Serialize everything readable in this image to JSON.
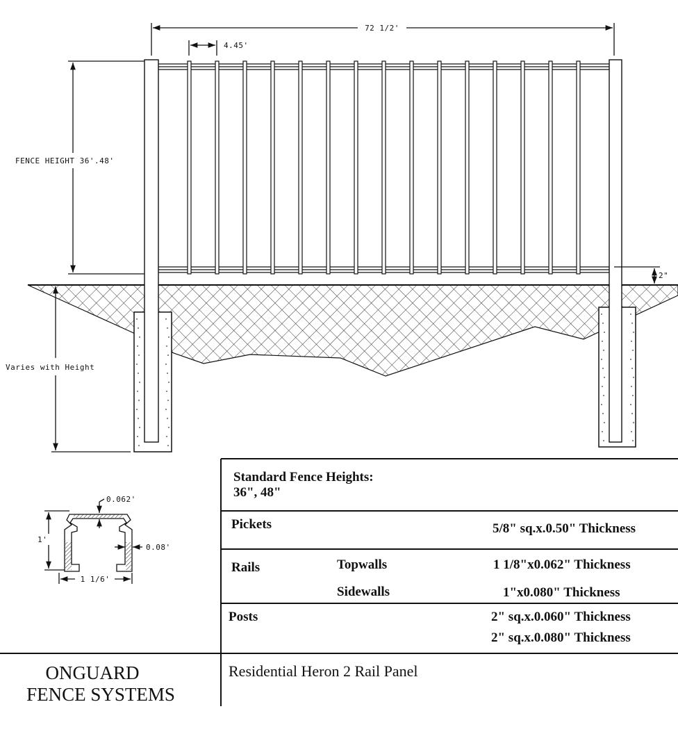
{
  "dimensions": {
    "panel_width": "72 1/2'",
    "picket_spacing": "4.45'",
    "fence_height": "FENCE HEIGHT 36'.48'",
    "post_depth": "Varies with Height",
    "ground_clearance": "2\""
  },
  "profile": {
    "topwall": "0.062'",
    "sidewall": "0.08'",
    "height": "1'",
    "width": "1 1/6'"
  },
  "spec_table": {
    "standard_heights_label": "Standard Fence Heights:",
    "standard_heights_value": "36\", 48\"",
    "pickets_label": "Pickets",
    "pickets_value": "5/8\" sq.x.0.50\" Thickness",
    "rails_label": "Rails",
    "topwalls_label": "Topwalls",
    "topwalls_value": "1 1/8\"x0.062\" Thickness",
    "sidewalls_label": "Sidewalls",
    "sidewalls_value": "1\"x0.080\" Thickness",
    "posts_label": "Posts",
    "posts_value_1": "2\" sq.x.0.060\" Thickness",
    "posts_value_2": "2\" sq.x.0.080\" Thickness"
  },
  "title_block": {
    "company_line1": "ONGUARD",
    "company_line2": "FENCE SYSTEMS",
    "drawing_title": "Residential Heron 2 Rail Panel"
  }
}
